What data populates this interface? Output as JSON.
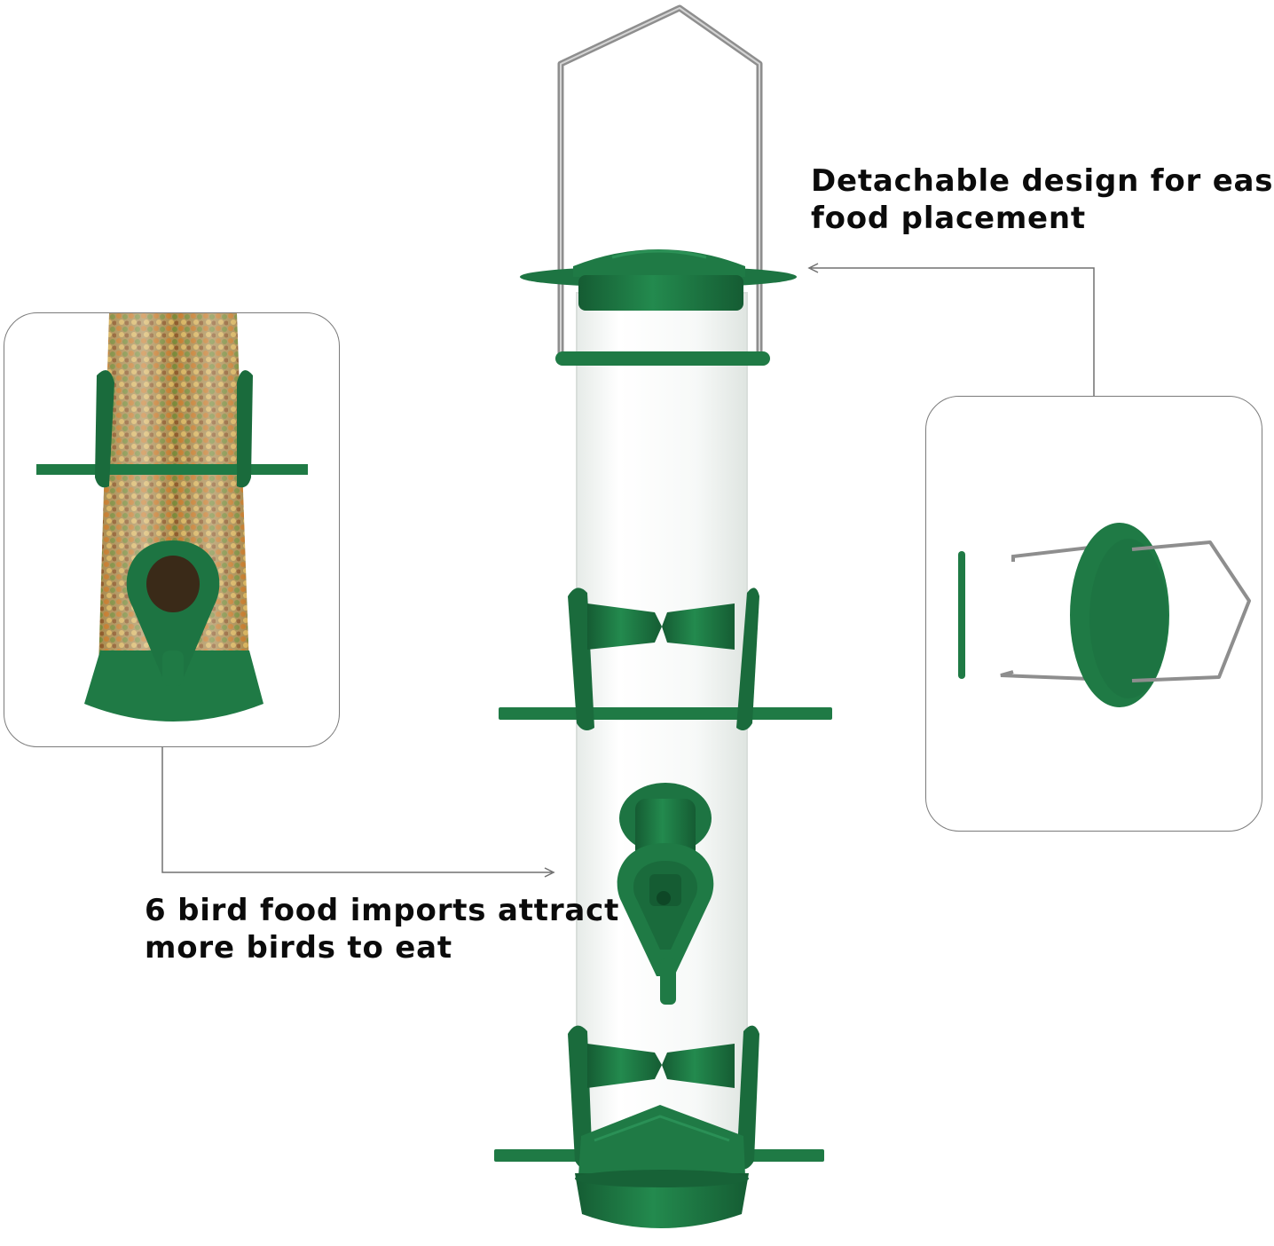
{
  "captions": {
    "detachable": [
      "Detachable design for easier",
      "food placement"
    ],
    "ports": [
      "6 bird food imports attract",
      "more birds to eat"
    ]
  },
  "colors": {
    "feeder_green": "#1f7a45",
    "feeder_green_dark": "#155c33",
    "metal": "#8c8c8c",
    "callout_line": "#707070",
    "tube": "#f3f5f4"
  },
  "icons": {
    "main": "bird-feeder-icon",
    "inset_left": "seed-filled-tube-detail",
    "inset_right": "detached-lid-and-hanger"
  }
}
